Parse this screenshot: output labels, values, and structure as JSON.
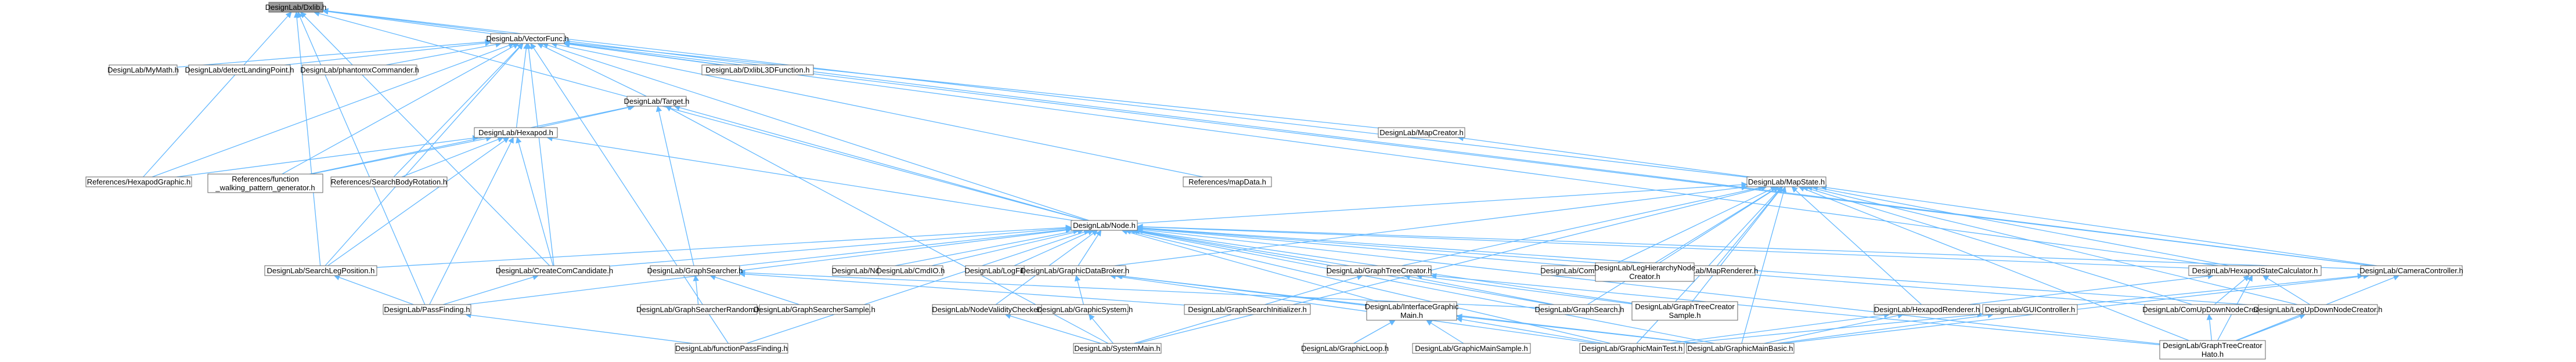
{
  "diagram": {
    "type": "include-dependency-graph",
    "colors": {
      "edge": "#63b8ff",
      "node_border": "#666666",
      "root_fill": "#999999",
      "node_fill": "#ffffff"
    },
    "nodes": [
      {
        "id": "dx",
        "lines": [
          "DesignLab/Dxlib.h"
        ],
        "root": true
      },
      {
        "id": "vec",
        "lines": [
          "DesignLab/VectorFunc.h"
        ]
      },
      {
        "id": "mymath",
        "lines": [
          "DesignLab/MyMath.h"
        ]
      },
      {
        "id": "detect",
        "lines": [
          "DesignLab/detectLandingPoint.h"
        ]
      },
      {
        "id": "phantom",
        "lines": [
          "DesignLab/phantomxCommander.h"
        ]
      },
      {
        "id": "dxlib3d",
        "lines": [
          "DesignLab/DxlibL3DFunction.h"
        ]
      },
      {
        "id": "target",
        "lines": [
          "DesignLab/Target.h"
        ]
      },
      {
        "id": "hexapod",
        "lines": [
          "DesignLab/Hexapod.h"
        ]
      },
      {
        "id": "mapcreator",
        "lines": [
          "DesignLab/MapCreator.h"
        ]
      },
      {
        "id": "refhexgraphic",
        "lines": [
          "References/HexapodGraphic.h"
        ]
      },
      {
        "id": "reffunc",
        "lines": [
          "References/function",
          "_walking_pattern_generator.h"
        ]
      },
      {
        "id": "refsearchbody",
        "lines": [
          "References/SearchBodyRotation.h"
        ]
      },
      {
        "id": "refmapdata",
        "lines": [
          "References/mapData.h"
        ]
      },
      {
        "id": "mapstate",
        "lines": [
          "DesignLab/MapState.h"
        ]
      },
      {
        "id": "node",
        "lines": [
          "DesignLab/Node.h"
        ]
      },
      {
        "id": "searchleg",
        "lines": [
          "DesignLab/SearchLegPosition.h"
        ]
      },
      {
        "id": "createcom",
        "lines": [
          "DesignLab/CreateComCandidate.h"
        ]
      },
      {
        "id": "graphsearcher",
        "lines": [
          "DesignLab/GraphSearcher.h"
        ]
      },
      {
        "id": "nodeedit",
        "lines": [
          "DesignLab/NodeEdit.h"
        ]
      },
      {
        "id": "cmdio",
        "lines": [
          "DesignLab/CmdIO.h"
        ]
      },
      {
        "id": "logfileio",
        "lines": [
          "DesignLab/LogFileIO.h"
        ]
      },
      {
        "id": "graphicdatabroker",
        "lines": [
          "DesignLab/GraphicDataBroker.h"
        ]
      },
      {
        "id": "graphtreecreator",
        "lines": [
          "DesignLab/GraphTreeCreator.h"
        ]
      },
      {
        "id": "commovenode",
        "lines": [
          "DesignLab/ComMoveNodeCreator.h"
        ]
      },
      {
        "id": "maprenderer",
        "lines": [
          "DesignLab/MapRenderer.h"
        ]
      },
      {
        "id": "leghierarchy",
        "lines": [
          "DesignLab/LegHierarchyNode",
          "Creator.h"
        ]
      },
      {
        "id": "hexstatecalc",
        "lines": [
          "DesignLab/HexapodStateCalculator.h"
        ]
      },
      {
        "id": "cameractrl",
        "lines": [
          "DesignLab/CameraController.h"
        ]
      },
      {
        "id": "passfinding",
        "lines": [
          "DesignLab/PassFinding.h"
        ]
      },
      {
        "id": "gsrandom",
        "lines": [
          "DesignLab/GraphSearcherRandom.h"
        ]
      },
      {
        "id": "gssample",
        "lines": [
          "DesignLab/GraphSearcherSample.h"
        ]
      },
      {
        "id": "nodevalidity",
        "lines": [
          "DesignLab/NodeValidityChecker.h"
        ]
      },
      {
        "id": "graphicsystem",
        "lines": [
          "DesignLab/GraphicSystem.h"
        ]
      },
      {
        "id": "gsinit",
        "lines": [
          "DesignLab/GraphSearchInitializer.h"
        ]
      },
      {
        "id": "interfacegraphic",
        "lines": [
          "DesignLab/InterfaceGraphic",
          "Main.h"
        ]
      },
      {
        "id": "graphsearch",
        "lines": [
          "DesignLab/GraphSearch.h"
        ]
      },
      {
        "id": "gtcsample",
        "lines": [
          "DesignLab/GraphTreeCreator",
          "Sample.h"
        ]
      },
      {
        "id": "hexrenderer",
        "lines": [
          "DesignLab/HexapodRenderer.h"
        ]
      },
      {
        "id": "guictrl",
        "lines": [
          "DesignLab/GUIController.h"
        ]
      },
      {
        "id": "comupdown",
        "lines": [
          "DesignLab/ComUpDownNodeCreator.h"
        ]
      },
      {
        "id": "legupdown",
        "lines": [
          "DesignLab/LegUpDownNodeCreator.h"
        ]
      },
      {
        "id": "funcpass",
        "lines": [
          "DesignLab/functionPassFinding.h"
        ]
      },
      {
        "id": "systemmain",
        "lines": [
          "DesignLab/SystemMain.h"
        ]
      },
      {
        "id": "graphicloop",
        "lines": [
          "DesignLab/GraphicLoop.h"
        ]
      },
      {
        "id": "graphicmainsample",
        "lines": [
          "DesignLab/GraphicMainSample.h"
        ]
      },
      {
        "id": "graphicmaintest",
        "lines": [
          "DesignLab/GraphicMainTest.h"
        ]
      },
      {
        "id": "graphicmainbasic",
        "lines": [
          "DesignLab/GraphicMainBasic.h"
        ]
      },
      {
        "id": "gtchato",
        "lines": [
          "DesignLab/GraphTreeCreator",
          "Hato.h"
        ]
      }
    ],
    "edges": [
      [
        "dx",
        "vec"
      ],
      [
        "dx",
        "refhexgraphic"
      ],
      [
        "dx",
        "mapstate"
      ],
      [
        "dx",
        "node"
      ],
      [
        "dx",
        "searchleg"
      ],
      [
        "dx",
        "createcom"
      ],
      [
        "dx",
        "cameractrl"
      ],
      [
        "dx",
        "passfinding"
      ],
      [
        "vec",
        "mymath"
      ],
      [
        "vec",
        "detect"
      ],
      [
        "vec",
        "phantom"
      ],
      [
        "vec",
        "dxlib3d"
      ],
      [
        "vec",
        "target"
      ],
      [
        "vec",
        "hexapod"
      ],
      [
        "vec",
        "mapcreator"
      ],
      [
        "vec",
        "refhexgraphic"
      ],
      [
        "vec",
        "reffunc"
      ],
      [
        "vec",
        "refsearchbody"
      ],
      [
        "vec",
        "refmapdata"
      ],
      [
        "vec",
        "node"
      ],
      [
        "vec",
        "searchleg"
      ],
      [
        "vec",
        "createcom"
      ],
      [
        "vec",
        "hexstatecalc"
      ],
      [
        "vec",
        "cameractrl"
      ],
      [
        "vec",
        "funcpass"
      ],
      [
        "target",
        "hexapod"
      ],
      [
        "target",
        "reffunc"
      ],
      [
        "target",
        "node"
      ],
      [
        "target",
        "graphsearcher"
      ],
      [
        "target",
        "systemmain"
      ],
      [
        "hexapod",
        "reffunc"
      ],
      [
        "hexapod",
        "refsearchbody"
      ],
      [
        "hexapod",
        "refhexgraphic"
      ],
      [
        "hexapod",
        "node"
      ],
      [
        "hexapod",
        "searchleg"
      ],
      [
        "hexapod",
        "createcom"
      ],
      [
        "hexapod",
        "passfinding"
      ],
      [
        "mapcreator",
        "mapstate"
      ],
      [
        "mapstate",
        "node"
      ],
      [
        "mapstate",
        "commovenode"
      ],
      [
        "mapstate",
        "maprenderer"
      ],
      [
        "mapstate",
        "leghierarchy"
      ],
      [
        "mapstate",
        "hexstatecalc"
      ],
      [
        "mapstate",
        "cameractrl"
      ],
      [
        "mapstate",
        "graphtreecreator"
      ],
      [
        "mapstate",
        "graphicdatabroker"
      ],
      [
        "mapstate",
        "graphsearch"
      ],
      [
        "mapstate",
        "gtcsample"
      ],
      [
        "mapstate",
        "hexrenderer"
      ],
      [
        "mapstate",
        "comupdown"
      ],
      [
        "mapstate",
        "legupdown"
      ],
      [
        "mapstate",
        "gtchato"
      ],
      [
        "mapstate",
        "graphicmaintest"
      ],
      [
        "mapstate",
        "graphicmainbasic"
      ],
      [
        "mapstate",
        "systemmain"
      ],
      [
        "node",
        "searchleg"
      ],
      [
        "node",
        "createcom"
      ],
      [
        "node",
        "graphsearcher"
      ],
      [
        "node",
        "nodeedit"
      ],
      [
        "node",
        "cmdio"
      ],
      [
        "node",
        "logfileio"
      ],
      [
        "node",
        "graphicdatabroker"
      ],
      [
        "node",
        "graphtreecreator"
      ],
      [
        "node",
        "leghierarchy"
      ],
      [
        "node",
        "hexstatecalc"
      ],
      [
        "node",
        "cameractrl"
      ],
      [
        "node",
        "passfinding"
      ],
      [
        "node",
        "nodevalidity"
      ],
      [
        "node",
        "funcpass"
      ],
      [
        "node",
        "graphsearch"
      ],
      [
        "node",
        "gtcsample"
      ],
      [
        "node",
        "comupdown"
      ],
      [
        "node",
        "legupdown"
      ],
      [
        "node",
        "gtchato"
      ],
      [
        "node",
        "interfacegraphic"
      ],
      [
        "node",
        "graphicmaintest"
      ],
      [
        "node",
        "graphicmainbasic"
      ],
      [
        "searchleg",
        "passfinding"
      ],
      [
        "createcom",
        "passfinding"
      ],
      [
        "graphsearcher",
        "gsrandom"
      ],
      [
        "graphsearcher",
        "gssample"
      ],
      [
        "graphsearcher",
        "gsinit"
      ],
      [
        "graphsearcher",
        "graphsearch"
      ],
      [
        "graphicdatabroker",
        "graphicsystem"
      ],
      [
        "graphicdatabroker",
        "interfacegraphic"
      ],
      [
        "graphicdatabroker",
        "graphicmaintest"
      ],
      [
        "graphicdatabroker",
        "graphicmainbasic"
      ],
      [
        "graphtreecreator",
        "graphsearch"
      ],
      [
        "graphtreecreator",
        "gtcsample"
      ],
      [
        "graphtreecreator",
        "gtchato"
      ],
      [
        "graphtreecreator",
        "systemmain"
      ],
      [
        "hexstatecalc",
        "comupdown"
      ],
      [
        "hexstatecalc",
        "legupdown"
      ],
      [
        "hexstatecalc",
        "hexrenderer"
      ],
      [
        "hexstatecalc",
        "gtchato"
      ],
      [
        "cameractrl",
        "guictrl"
      ],
      [
        "cameractrl",
        "graphicmainbasic"
      ],
      [
        "cameractrl",
        "gtchato"
      ],
      [
        "passfinding",
        "funcpass"
      ],
      [
        "graphicsystem",
        "systemmain"
      ],
      [
        "interfacegraphic",
        "graphicloop"
      ],
      [
        "interfacegraphic",
        "graphicmainsample"
      ],
      [
        "interfacegraphic",
        "graphicmaintest"
      ],
      [
        "interfacegraphic",
        "graphicmainbasic"
      ],
      [
        "hexrenderer",
        "graphicmaintest"
      ],
      [
        "hexrenderer",
        "graphicmainbasic"
      ],
      [
        "guictrl",
        "graphicmaintest"
      ],
      [
        "guictrl",
        "graphicmainbasic"
      ],
      [
        "comupdown",
        "gtchato"
      ],
      [
        "legupdown",
        "gtchato"
      ],
      [
        "nodevalidity",
        "systemmain"
      ]
    ]
  }
}
